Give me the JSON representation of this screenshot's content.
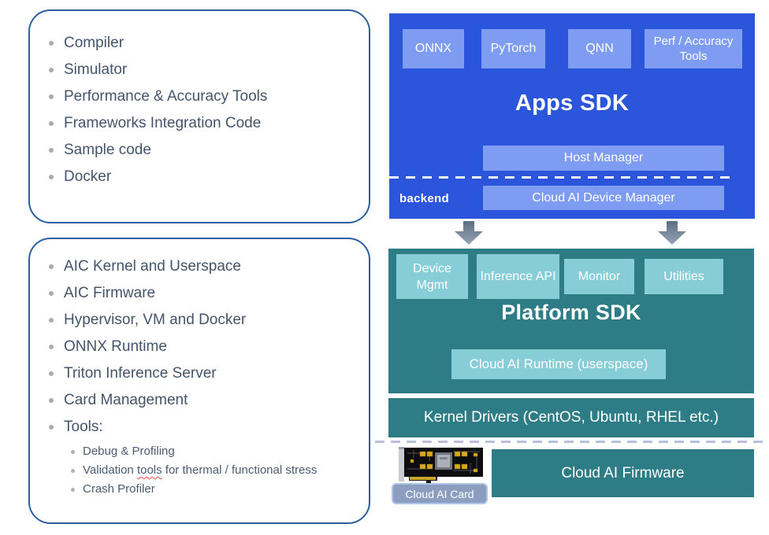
{
  "left_panel": {
    "dev_tools": {
      "items": [
        "Compiler",
        "Simulator",
        "Performance & Accuracy Tools",
        "Frameworks Integration Code",
        "Sample code",
        "Docker"
      ]
    },
    "platform": {
      "items": [
        "AIC Kernel and Userspace",
        "AIC Firmware",
        "Hypervisor, VM and Docker",
        "ONNX Runtime",
        "Triton Inference Server",
        "Card Management",
        "Tools:"
      ],
      "sub_items": [
        {
          "parts": [
            "Debug & Profiling"
          ]
        },
        {
          "parts": [
            "Validation ",
            "tools",
            " for thermal / functional stress"
          ]
        },
        {
          "parts": [
            "Crash Profiler"
          ]
        }
      ]
    }
  },
  "apps_sdk": {
    "title": "Apps SDK",
    "frameworks": [
      "ONNX",
      "PyTorch",
      "QNN",
      "Perf / Accuracy Tools"
    ],
    "host_manager": "Host Manager",
    "backend_label": "backend",
    "device_manager": "Cloud AI Device Manager"
  },
  "platform_sdk": {
    "title": "Platform SDK",
    "modules": [
      "Device Mgmt",
      "Inference API",
      "Monitor",
      "Utilities"
    ],
    "runtime": "Cloud AI Runtime (userspace)"
  },
  "stack": {
    "kernel_drivers": "Kernel Drivers (CentOS, Ubuntu, RHEL etc.)",
    "firmware": "Cloud AI Firmware",
    "card_label": "Cloud AI Card"
  },
  "colors": {
    "apps_blue": "#2B55DB",
    "light_blue": "#7D9CF2",
    "platform_teal": "#2E7D86",
    "light_teal": "#86CDD8",
    "panel_border": "#2C5F9E",
    "list_text": "#44546A",
    "bullet_gray": "#ABABAB",
    "arrow_gray": "#6E7F93",
    "card_badge": "#8D9DBF",
    "dash_lavender": "#B9BFD9",
    "spellcheck_red": "#E84A3A"
  }
}
